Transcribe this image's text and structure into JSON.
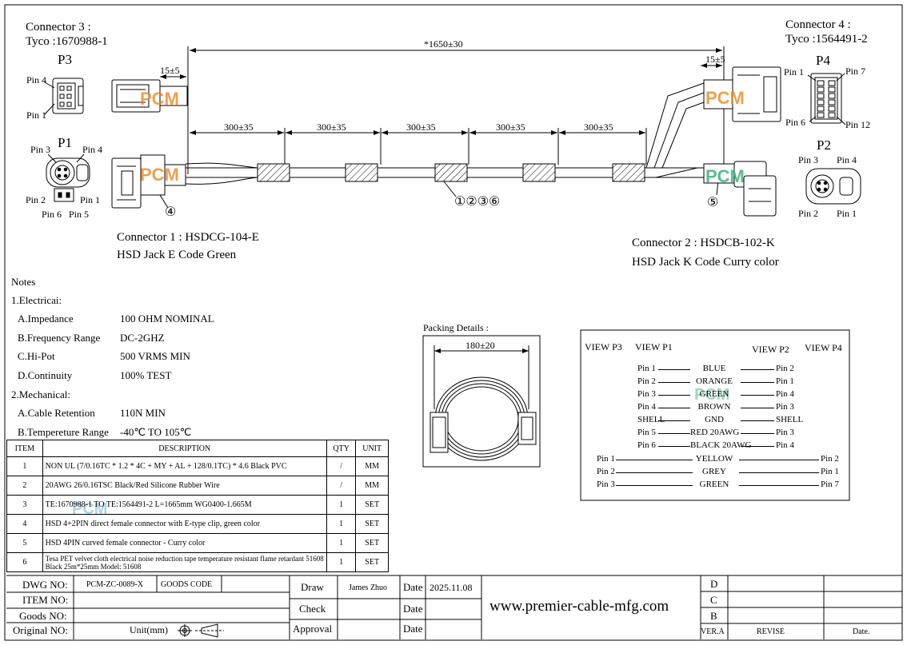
{
  "connectors": {
    "c3": {
      "title": "Connector 3 :",
      "part": "Tyco :1670988-1",
      "ref": "P3",
      "pin_top": "Pin 4",
      "pin_bottom": "Pin 1"
    },
    "c4": {
      "title": "Connector 4 :",
      "part": "Tyco :1564491-2",
      "ref": "P4",
      "pin1": "Pin 1",
      "pin7": "Pin 7",
      "pin6": "Pin 6",
      "pin12": "Pin 12"
    },
    "p1": {
      "ref": "P1",
      "pin3": "Pin 3",
      "pin4": "Pin 4",
      "pin2": "Pin 2",
      "pin1": "Pin 1",
      "pin6": "Pin 6",
      "pin5": "Pin 5"
    },
    "p2": {
      "ref": "P2",
      "pin3": "Pin 3",
      "pin4": "Pin 4",
      "pin2": "Pin 2",
      "pin1": "Pin 1"
    },
    "c1": {
      "title": "Connector 1 : HSDCG-104-E",
      "desc": "HSD Jack E Code Green"
    },
    "c2": {
      "title": "Connector 2 : HSDCB-102-K",
      "desc": "HSD Jack K Code Curry color"
    }
  },
  "dimensions": {
    "overall": "*1650±30",
    "left_stub": "15±5",
    "right_stub": "15±5",
    "segments": [
      "300±35",
      "300±35",
      "300±35",
      "300±35",
      "300±35"
    ],
    "packing_title": "Packing Details :",
    "packing_dim": "180±20"
  },
  "callouts": {
    "tape": "①②③⑥",
    "c1": "④",
    "c2": "⑤"
  },
  "watermark": "PCM",
  "notes": {
    "title": "Notes",
    "electrical_title": "1.Electricai:",
    "electrical": [
      {
        "label": "A.Impedance",
        "value": "100 OHM NOMINAL"
      },
      {
        "label": "B.Frequency Range",
        "value": "DC-2GHZ"
      },
      {
        "label": "C.Hi-Pot",
        "value": "500 VRMS MIN"
      },
      {
        "label": "D.Continuity",
        "value": "100% TEST"
      }
    ],
    "mechanical_title": "2.Mechanical:",
    "mechanical": [
      {
        "label": "A.Cable Retention",
        "value": "110N MIN"
      },
      {
        "label": "B.Tempereture Range",
        "value": "-40℃ TO 105℃"
      }
    ]
  },
  "bom": {
    "headers": [
      "ITEM",
      "DESCRIPTION",
      "QTY",
      "UNIT"
    ],
    "rows": [
      {
        "item": "1",
        "desc": "NON UL (7/0.16TC * 1.2 * 4C + MY + AL + 128/0.1TC) * 4.6 Black PVC",
        "qty": "/",
        "unit": "MM"
      },
      {
        "item": "2",
        "desc": "20AWG 26/0.16TSC Black/Red Silicone Rubber Wire",
        "qty": "/",
        "unit": "MM"
      },
      {
        "item": "3",
        "desc": "TE:1670988-1  TO TE:1564491-2  L=1665mm   WG0400-1.665M",
        "qty": "1",
        "unit": "SET"
      },
      {
        "item": "4",
        "desc": "HSD 4+2PIN direct female connector with E-type clip, green color",
        "qty": "1",
        "unit": "SET"
      },
      {
        "item": "5",
        "desc": "HSD 4PIN curved female connector - Curry color",
        "qty": "1",
        "unit": "SET"
      },
      {
        "item": "6",
        "desc": "Tesa PET velvet cloth electrical noise reduction tape temperature resistant flame retardant 51608 Black 25m*25mm Model: 51608",
        "qty": "1",
        "unit": "SET"
      }
    ]
  },
  "wiring": {
    "headers": {
      "view_p3": "VIEW P3",
      "view_p1": "VIEW P1",
      "view_p2": "VIEW P2",
      "view_p4": "VIEW P4"
    },
    "rows": [
      {
        "left": "Pin 1",
        "label": "BLUE",
        "right": "Pin 2"
      },
      {
        "left": "Pin 2",
        "label": "ORANGE",
        "right": "Pin 1"
      },
      {
        "left": "Pin 3",
        "label": "GREEN",
        "right": "Pin 4"
      },
      {
        "left": "Pin 4",
        "label": "BROWN",
        "right": "Pin 3"
      },
      {
        "left": "SHELL",
        "label": "GND",
        "right": "SHELL"
      },
      {
        "left": "Pin 5",
        "label": "RED 20AWG",
        "right": "Pin 3"
      },
      {
        "left": "Pin 6",
        "label": "BLACK 20AWG",
        "right": "Pin 4"
      },
      {
        "left": "Pin 1",
        "label": "YELLOW",
        "right": "Pin 2"
      },
      {
        "left": "Pin 2",
        "label": "GREY",
        "right": "Pin 1"
      },
      {
        "left": "Pin 3",
        "label": "GREEN",
        "right": "Pin 7"
      }
    ]
  },
  "title_block": {
    "dwg_no_label": "DWG NO:",
    "dwg_no": "PCM-ZC-0089-X",
    "goods_code_label": "GOODS CODE",
    "item_no_label": "ITEM NO:",
    "goods_no_label": "Goods NO:",
    "original_no_label": "Original NO:",
    "unit_label": "Unit(mm)",
    "draw_label": "Draw",
    "draw_name": "James Zhuo",
    "check_label": "Check",
    "approval_label": "Approval",
    "date_label": "Date",
    "date_value": "2025.11.08",
    "website": "www.premier-cable-mfg.com",
    "rev_letters": [
      "D",
      "C",
      "B"
    ],
    "ver_label": "VER.A",
    "revise_label": "REVISE",
    "date_col_label": "Date."
  },
  "colors": {
    "watermark_orange": "#e8892a",
    "watermark_green": "#2fae6f",
    "watermark_blue": "#2c8fd0"
  }
}
